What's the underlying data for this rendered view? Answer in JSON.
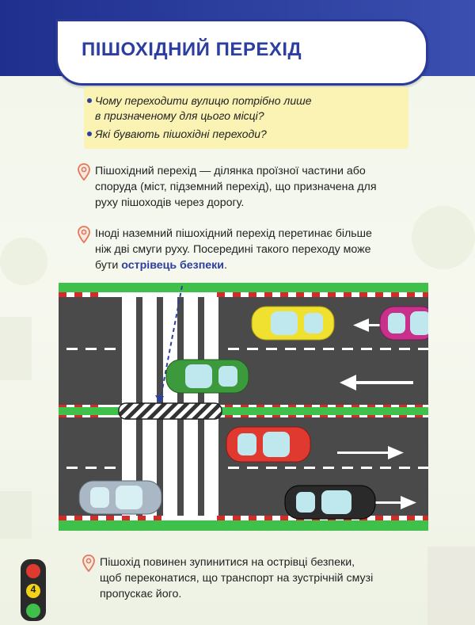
{
  "title": "ПІШОХІДНИЙ ПЕРЕХІД",
  "questions": [
    "Чому переходити вулицю потрібно лише",
    "в призначеному для цього місці?",
    "Які бувають пішохідні переходи?"
  ],
  "definition_lines": [
    "Пішохідний перехід — ділянка проїзної частини або",
    "споруда (міст, підземний перехід), що призначена для",
    "руху пішоходів через дорогу."
  ],
  "info_lines": [
    "Іноді наземний пішохідний перехід перетинає більше",
    "ніж дві смуги руху. Посередині такого переходу може",
    "бути "
  ],
  "highlight_term": "острівець безпеки",
  "info_end": ".",
  "note_lines": [
    "Пішохід повинен зупинитися на острівці безпеки,",
    "щоб переконатися, що транспорт на зустрічній смузі",
    "пропускає його."
  ],
  "page_number": "4",
  "colors": {
    "accent": "#2c3fa0",
    "question_bg": "#fbf3b3",
    "road": "#4a4a4a",
    "grass": "#3ec04a"
  },
  "illustration": {
    "cars": [
      {
        "name": "yellow-car",
        "color": "#f0e030"
      },
      {
        "name": "magenta-car",
        "color": "#c8308c"
      },
      {
        "name": "green-car",
        "color": "#3c9a3c"
      },
      {
        "name": "red-car",
        "color": "#e03a30"
      },
      {
        "name": "silver-car",
        "color": "#a9b8c4"
      },
      {
        "name": "black-car",
        "color": "#2a2a2a"
      }
    ],
    "arrows": [
      "arrow-left-top",
      "arrow-left-middle",
      "arrow-right-bottom-a",
      "arrow-right-bottom-b"
    ]
  }
}
